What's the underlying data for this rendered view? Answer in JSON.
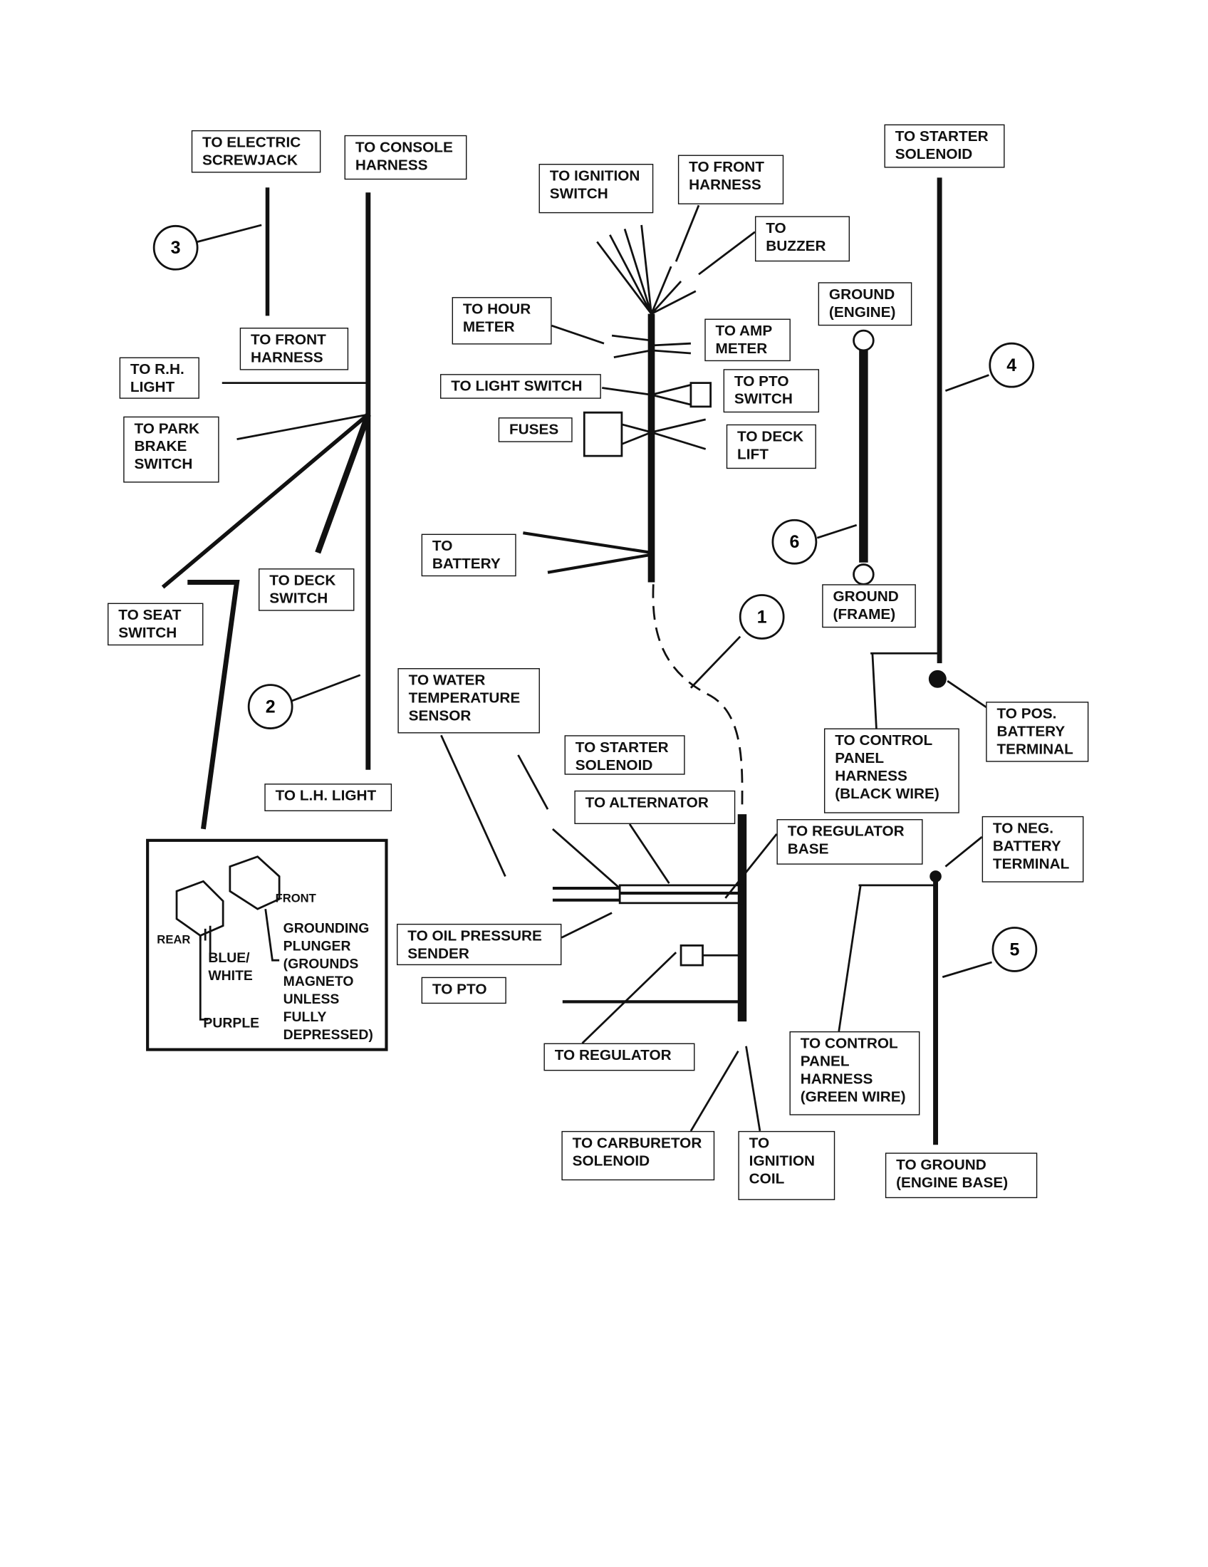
{
  "labels": {
    "electric_screwjack": "TO ELECTRIC\nSCREWJACK",
    "console_harness": "TO CONSOLE\nHARNESS",
    "ignition_switch": "TO IGNITION\nSWITCH",
    "front_harness_top": "TO FRONT\nHARNESS",
    "buzzer": "TO\nBUZZER",
    "starter_solenoid_top": "TO STARTER\nSOLENOID",
    "ground_engine": "GROUND\n(ENGINE)",
    "hour_meter": "TO HOUR\nMETER",
    "front_harness_left": "TO FRONT\nHARNESS",
    "rh_light": "TO R.H.\nLIGHT",
    "amp_meter": "TO AMP\nMETER",
    "light_switch": "TO LIGHT SWITCH",
    "pto_switch": "TO PTO\nSWITCH",
    "fuses": "FUSES",
    "deck_lift": "TO DECK\nLIFT",
    "park_brake": "TO PARK\nBRAKE\nSWITCH",
    "battery": "TO\nBATTERY",
    "deck_switch": "TO DECK\nSWITCH",
    "seat_switch": "TO SEAT\nSWITCH",
    "ground_frame": "GROUND\n(FRAME)",
    "water_temp": "TO WATER\nTEMPERATURE\nSENSOR",
    "starter_solenoid_mid": "TO STARTER\nSOLENOID",
    "alternator": "TO ALTERNATOR",
    "regulator_base": "TO REGULATOR\nBASE",
    "pos_battery": "TO POS.\nBATTERY\nTERMINAL",
    "control_black": "TO CONTROL\nPANEL\nHARNESS\n(BLACK WIRE)",
    "neg_battery": "TO NEG.\nBATTERY\nTERMINAL",
    "oil_pressure": "TO OIL PRESSURE\nSENDER",
    "pto": "TO PTO",
    "regulator": "TO REGULATOR",
    "control_green": "TO CONTROL\nPANEL\nHARNESS\n(GREEN WIRE)",
    "carb_solenoid": "TO CARBURETOR\nSOLENOID",
    "ignition_coil": "TO\nIGNITION\nCOIL",
    "ground_engine_base": "TO GROUND\n(ENGINE BASE)",
    "lh_light": "TO L.H. LIGHT"
  },
  "callouts": [
    "1",
    "2",
    "3",
    "4",
    "5",
    "6"
  ],
  "inset": {
    "front": "FRONT",
    "rear": "REAR",
    "blue_white": "BLUE/\nWHITE",
    "purple": "PURPLE",
    "grounding": "GROUNDING\nPLUNGER\n(GROUNDS\nMAGNETO\nUNLESS\nFULLY\nDEPRESSED)"
  }
}
